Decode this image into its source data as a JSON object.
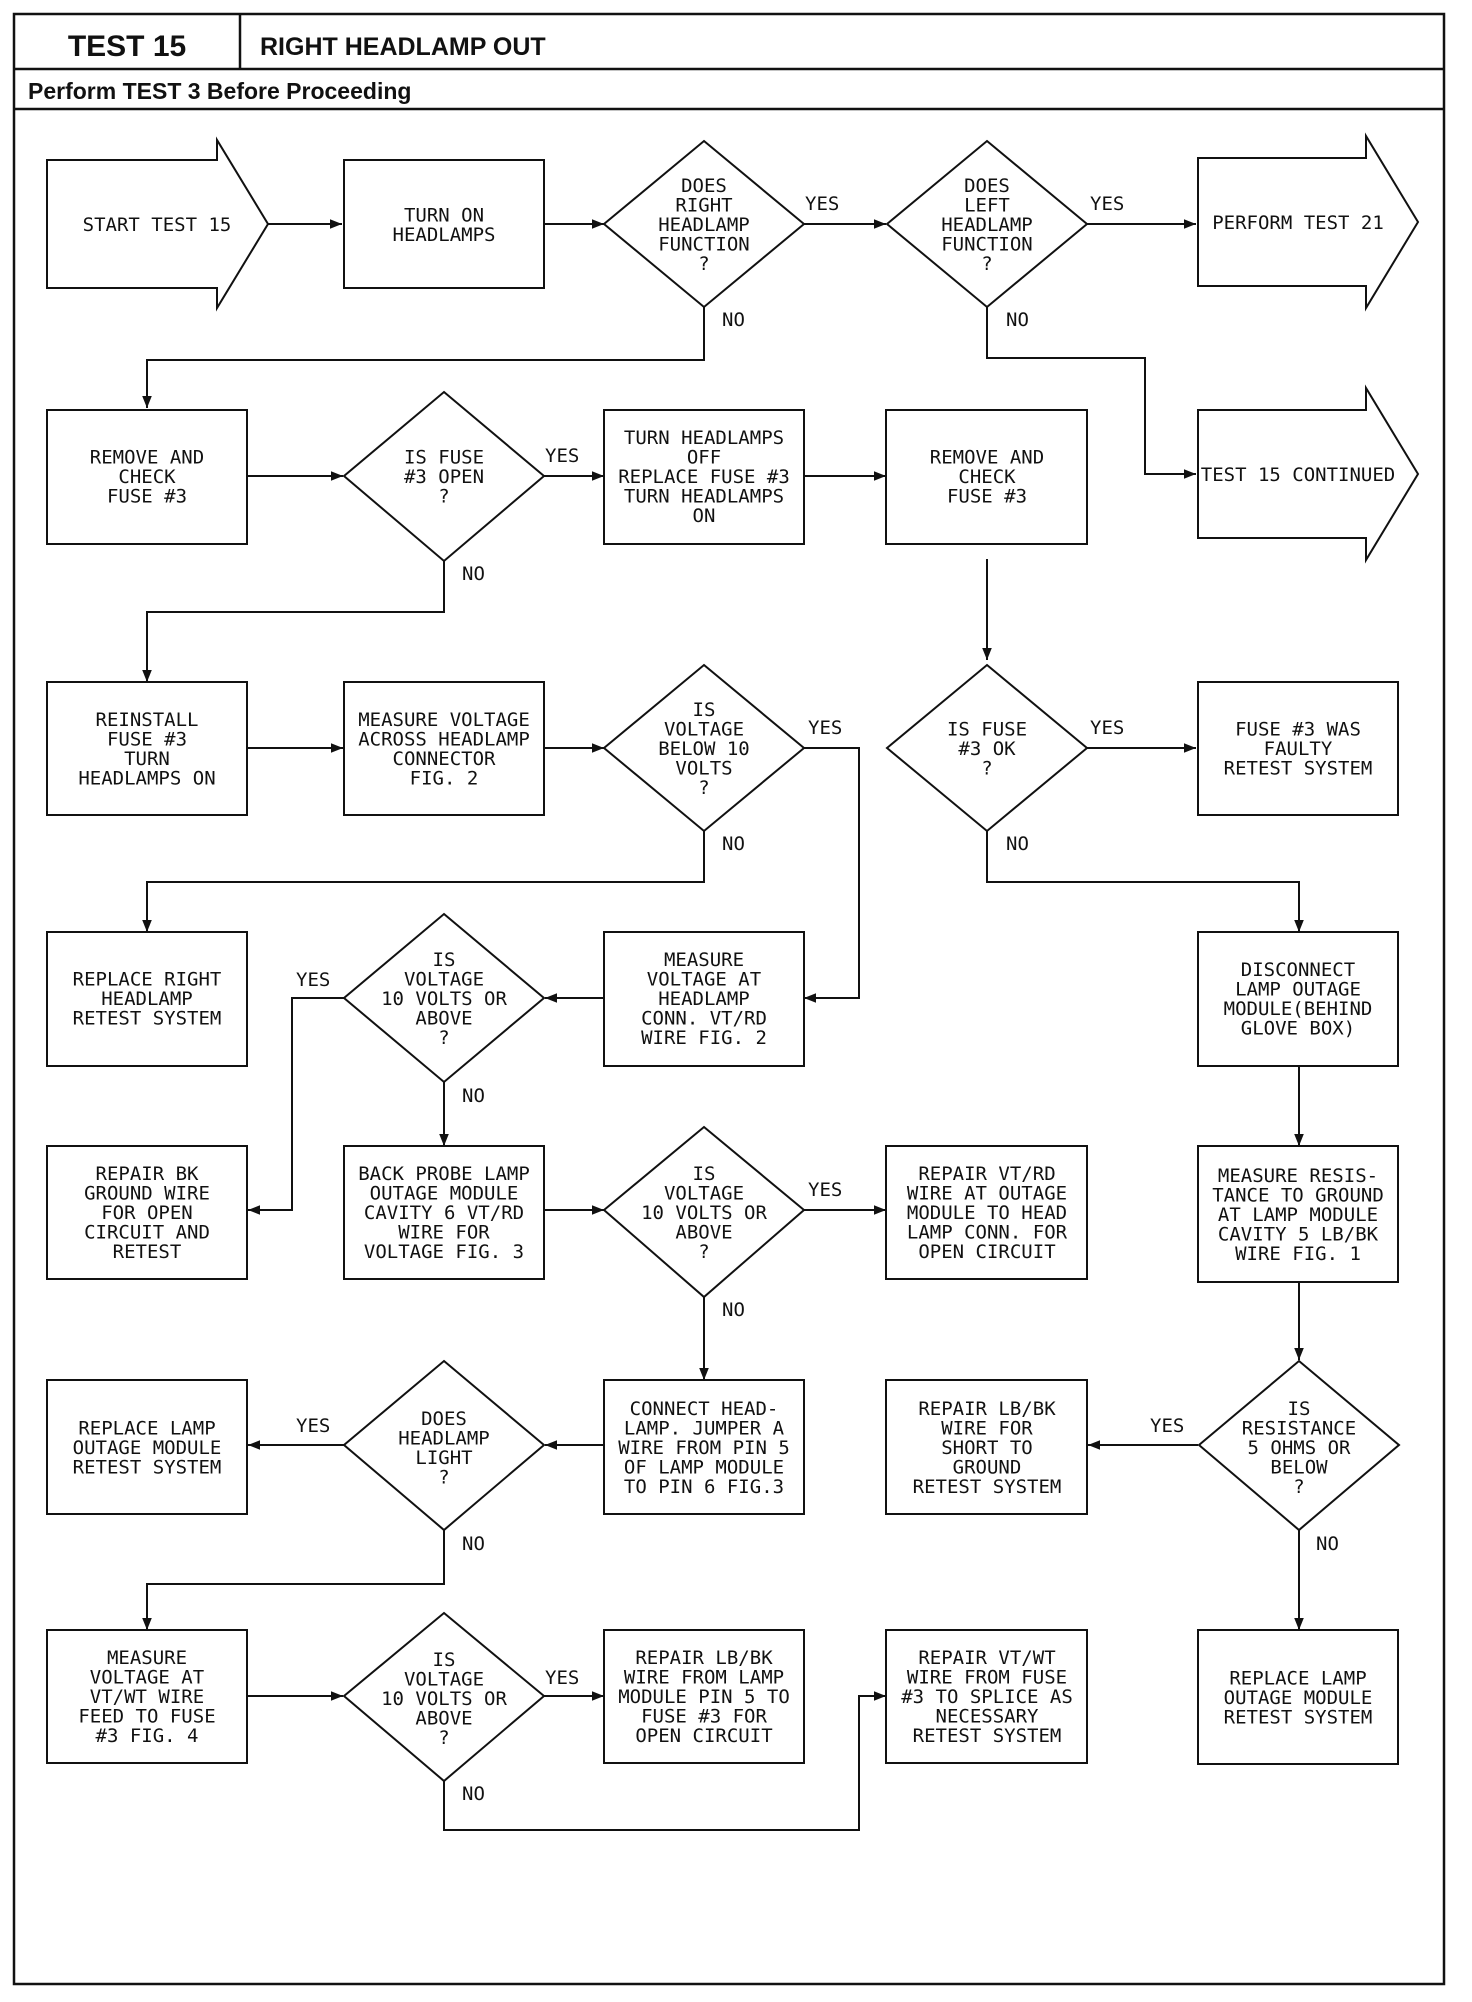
{
  "header": {
    "test_id": "TEST 15",
    "title": "RIGHT HEADLAMP OUT",
    "subtitle": "Perform TEST 3 Before Proceeding"
  },
  "labels": {
    "yes": "YES",
    "no": "NO"
  },
  "nodes": {
    "start": [
      "START TEST 15"
    ],
    "turn_on": [
      "TURN ON",
      "HEADLAMPS"
    ],
    "d_right_func": [
      "DOES",
      "RIGHT",
      "HEADLAMP",
      "FUNCTION",
      "?"
    ],
    "d_left_func": [
      "DOES",
      "LEFT",
      "HEADLAMP",
      "FUNCTION",
      "?"
    ],
    "perform21": [
      "PERFORM TEST 21"
    ],
    "continued": [
      "TEST 15 CONTINUED"
    ],
    "remove_check_1": [
      "REMOVE AND",
      "CHECK",
      "FUSE #3"
    ],
    "d_fuse_open": [
      "IS FUSE",
      "#3 OPEN",
      "?"
    ],
    "replace_fuse": [
      "TURN HEADLAMPS",
      "OFF",
      "REPLACE FUSE #3",
      "TURN HEADLAMPS",
      "ON"
    ],
    "remove_check_2": [
      "REMOVE AND",
      "CHECK",
      "FUSE #3"
    ],
    "reinstall": [
      "REINSTALL",
      "FUSE #3",
      "TURN",
      "HEADLAMPS ON"
    ],
    "measure_across": [
      "MEASURE VOLTAGE",
      "ACROSS HEADLAMP",
      "CONNECTOR",
      "FIG. 2"
    ],
    "d_below10": [
      "IS",
      "VOLTAGE",
      "BELOW 10",
      "VOLTS",
      "?"
    ],
    "d_fuse_ok": [
      "IS FUSE",
      "#3 OK",
      "?"
    ],
    "fuse_faulty": [
      "FUSE #3 WAS",
      "FAULTY",
      "RETEST SYSTEM"
    ],
    "replace_right": [
      "REPLACE RIGHT",
      "HEADLAMP",
      "RETEST SYSTEM"
    ],
    "d_10_above_1": [
      "IS",
      "VOLTAGE",
      "10 VOLTS OR",
      "ABOVE",
      "?"
    ],
    "measure_conn": [
      "MEASURE",
      "VOLTAGE AT",
      "HEADLAMP",
      "CONN. VT/RD",
      "WIRE FIG. 2"
    ],
    "disconnect": [
      "DISCONNECT",
      "LAMP OUTAGE",
      "MODULE(BEHIND",
      "GLOVE BOX)"
    ],
    "repair_bk": [
      "REPAIR BK",
      "GROUND WIRE",
      "FOR OPEN",
      "CIRCUIT AND",
      "RETEST"
    ],
    "back_probe": [
      "BACK PROBE LAMP",
      "OUTAGE MODULE",
      "CAVITY 6 VT/RD",
      "WIRE FOR",
      "VOLTAGE FIG. 3"
    ],
    "d_10_above_2": [
      "IS",
      "VOLTAGE",
      "10 VOLTS OR",
      "ABOVE",
      "?"
    ],
    "repair_vtrd": [
      "REPAIR VT/RD",
      "WIRE AT OUTAGE",
      "MODULE TO HEAD",
      "LAMP CONN. FOR",
      "OPEN CIRCUIT"
    ],
    "measure_res": [
      "MEASURE RESIS-",
      "TANCE TO GROUND",
      "AT LAMP MODULE",
      "CAVITY 5 LB/BK",
      "WIRE FIG. 1"
    ],
    "replace_module_1": [
      "REPLACE LAMP",
      "OUTAGE MODULE",
      "RETEST SYSTEM"
    ],
    "d_headlamp_light": [
      "DOES",
      "HEADLAMP",
      "LIGHT",
      "?"
    ],
    "connect_headlamp": [
      "CONNECT HEAD-",
      "LAMP. JUMPER A",
      "WIRE FROM PIN 5",
      "OF LAMP MODULE",
      "TO PIN 6 FIG.3"
    ],
    "repair_lbbk_short": [
      "REPAIR LB/BK",
      "WIRE FOR",
      "SHORT TO",
      "GROUND",
      "RETEST SYSTEM"
    ],
    "d_res_5": [
      "IS",
      "RESISTANCE",
      "5 OHMS OR",
      "BELOW",
      "?"
    ],
    "measure_vtwt": [
      "MEASURE",
      "VOLTAGE AT",
      "VT/WT WIRE",
      "FEED TO FUSE",
      "#3 FIG. 4"
    ],
    "d_10_above_3": [
      "IS",
      "VOLTAGE",
      "10 VOLTS OR",
      "ABOVE",
      "?"
    ],
    "repair_lbbk_open": [
      "REPAIR LB/BK",
      "WIRE FROM LAMP",
      "MODULE PIN 5 TO",
      "FUSE #3 FOR",
      "OPEN CIRCUIT"
    ],
    "repair_vtwt": [
      "REPAIR VT/WT",
      "WIRE FROM FUSE",
      "#3 TO SPLICE AS",
      "NECESSARY",
      "RETEST SYSTEM"
    ],
    "replace_module_2": [
      "REPLACE LAMP",
      "OUTAGE MODULE",
      "RETEST SYSTEM"
    ]
  },
  "edge_labels": {
    "right_yes": "YES",
    "right_no": "NO",
    "left_yes": "YES",
    "left_no": "NO",
    "fuse_open_yes": "YES",
    "fuse_open_no": "NO",
    "below10_yes": "YES",
    "below10_no": "NO",
    "fuse_ok_yes": "YES",
    "fuse_ok_no": "NO",
    "v10a_yes": "YES",
    "v10a_no": "NO",
    "v10b_yes": "YES",
    "v10b_no": "NO",
    "light_yes": "YES",
    "light_no": "NO",
    "res_yes": "YES",
    "res_no": "NO",
    "v10c_yes": "YES",
    "v10c_no": "NO"
  }
}
